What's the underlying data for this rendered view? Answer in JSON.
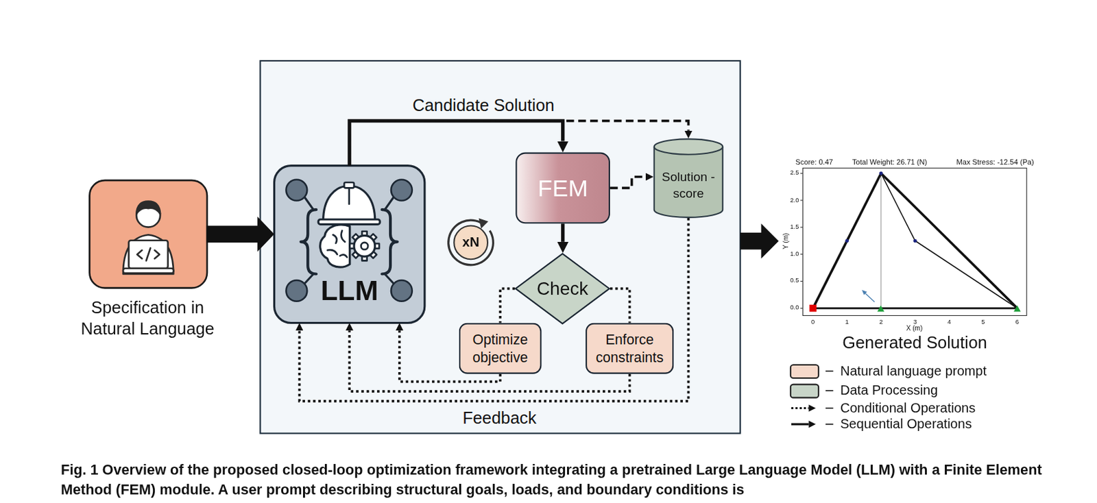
{
  "diagram": {
    "caption": "Fig. 1 Overview of the proposed closed-loop optimization framework integrating a pretrained Large Language Model (LLM) with a Finite Element Method (FEM) module. A user prompt describing structural goals, loads, and boundary conditions is",
    "nodes": [
      {
        "text": [
          "Specification in Natural Language"
        ]
      },
      {
        "text": [
          "LLM"
        ]
      },
      {
        "text": [
          "FEM"
        ]
      },
      {
        "text": [
          "Solution - score"
        ]
      },
      {
        "text": [
          "Check"
        ]
      },
      {
        "text": [
          "Optimize objective"
        ]
      },
      {
        "text": [
          "Enforce constraints"
        ]
      },
      {
        "text": [
          "Generated Solution"
        ]
      }
    ],
    "edges": [
      {
        "from": 0,
        "to": 1,
        "arrow": "to"
      },
      {
        "from": 1,
        "to": 2,
        "arrow": "to",
        "label": "Candidate Solution"
      },
      {
        "from": 1,
        "to": 3,
        "arrow": "to"
      },
      {
        "from": 2,
        "to": 3,
        "arrow": "to"
      },
      {
        "from": 2,
        "to": 4,
        "arrow": "to"
      },
      {
        "from": 4,
        "to": 5,
        "arrow": "none"
      },
      {
        "from": 4,
        "to": 6,
        "arrow": "none"
      },
      {
        "from": 5,
        "to": 1,
        "arrow": "to"
      },
      {
        "from": 6,
        "to": 1,
        "arrow": "to"
      },
      {
        "from": 3,
        "to": 1,
        "arrow": "to",
        "label": "Feedback"
      }
    ],
    "labels": [
      "xN",
      "Score: 0.47",
      "Total Weight: 26.71 (N)",
      "Max Stress: -12.54 (Pa)",
      "2.5",
      "2.0",
      "1.5",
      "1.0",
      "0.5",
      "0.0",
      "0",
      "1",
      "2",
      "3",
      "4",
      "5",
      "6",
      "X (m)",
      "Y (m)"
    ],
    "legend": [
      {
        "text": "Natural language prompt",
        "color": "#f6d9ca"
      },
      {
        "text": "Data Processing",
        "color": "#c8d5c8"
      },
      {
        "text": "Conditional Operations"
      },
      {
        "text": "Sequential Operations"
      }
    ]
  }
}
